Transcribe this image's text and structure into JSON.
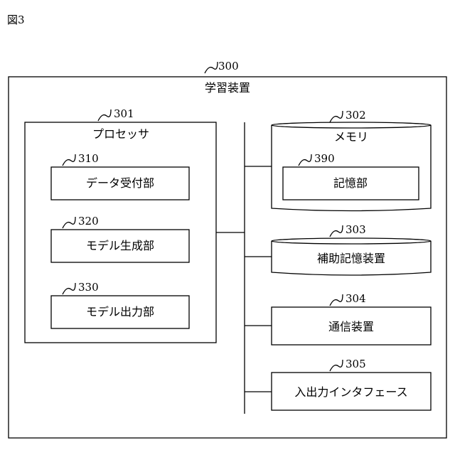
{
  "figure_label": "図3",
  "device": {
    "ref": "300",
    "label": "学習装置"
  },
  "processor": {
    "ref": "301",
    "label": "プロセッサ",
    "units": [
      {
        "ref": "310",
        "label": "データ受付部"
      },
      {
        "ref": "320",
        "label": "モデル生成部"
      },
      {
        "ref": "330",
        "label": "モデル出力部"
      }
    ]
  },
  "memory": {
    "ref": "302",
    "label": "メモリ",
    "unit": {
      "ref": "390",
      "label": "記憶部"
    }
  },
  "aux_storage": {
    "ref": "303",
    "label": "補助記憶装置"
  },
  "comm": {
    "ref": "304",
    "label": "通信装置"
  },
  "io": {
    "ref": "305",
    "label": "入出力インタフェース"
  }
}
